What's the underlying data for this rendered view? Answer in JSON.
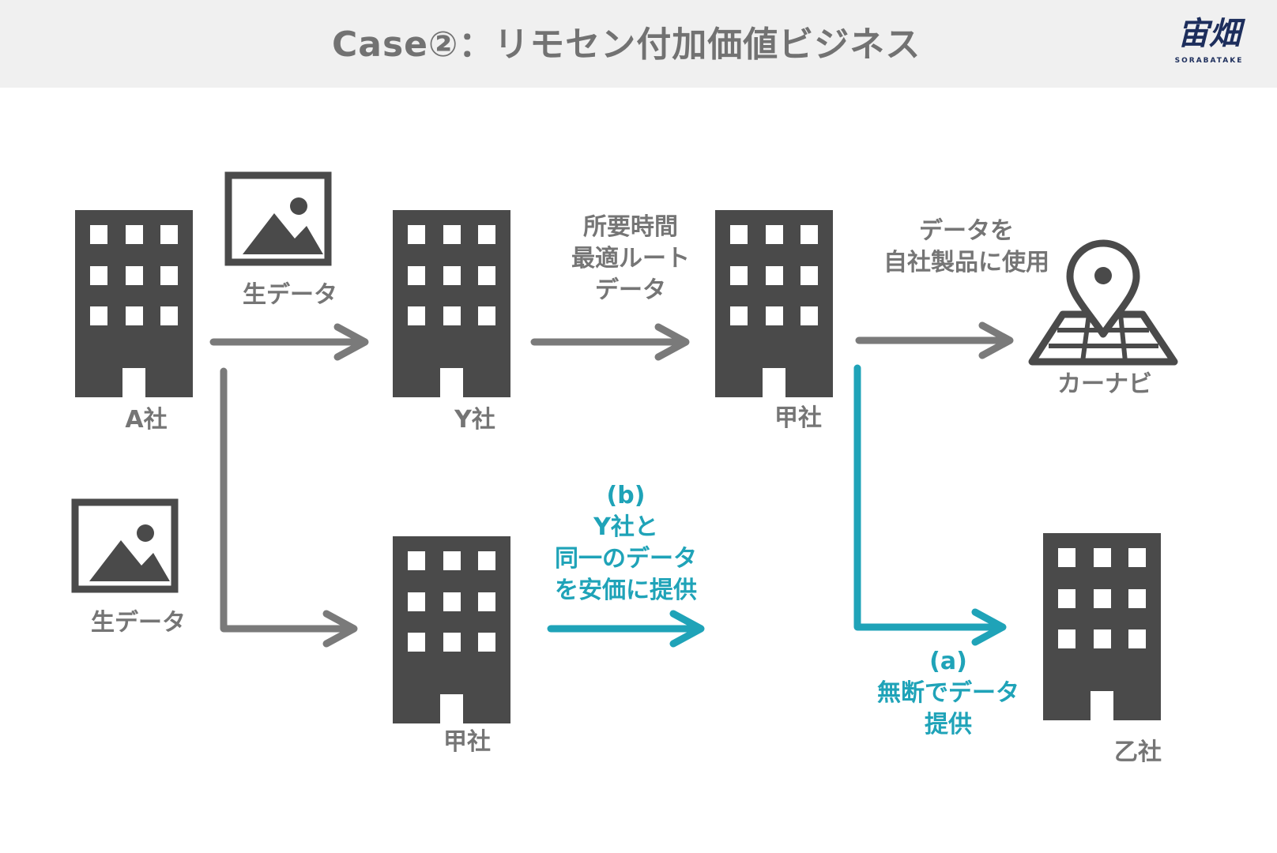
{
  "header": {
    "title": "Case②：リモセン付加価値ビジネス",
    "logo_text": "宙畑",
    "logo_sub": "SORABATAKE"
  },
  "companies": {
    "a": "A社",
    "y": "Y社",
    "kou_top": "甲社",
    "kou_bottom": "甲社",
    "otsu": "乙社"
  },
  "raw_data": {
    "top": "生データ",
    "bottom": "生データ"
  },
  "flows": {
    "y_to_kou": [
      "所要時間",
      "最適ルート",
      "データ"
    ],
    "kou_to_navi": [
      "データを",
      "自社製品に使用"
    ],
    "navi_label": "カーナビ",
    "b": [
      "(b)",
      "Y社と",
      "同一のデータ",
      "を安価に提供"
    ],
    "a": [
      "(a)",
      "無断でデータ",
      "提供"
    ]
  },
  "colors": {
    "gray_arrow": "#7a7a7a",
    "building": "#4a4a4a",
    "teal": "#1fa3b8",
    "header_bg": "#f0f0f0"
  }
}
